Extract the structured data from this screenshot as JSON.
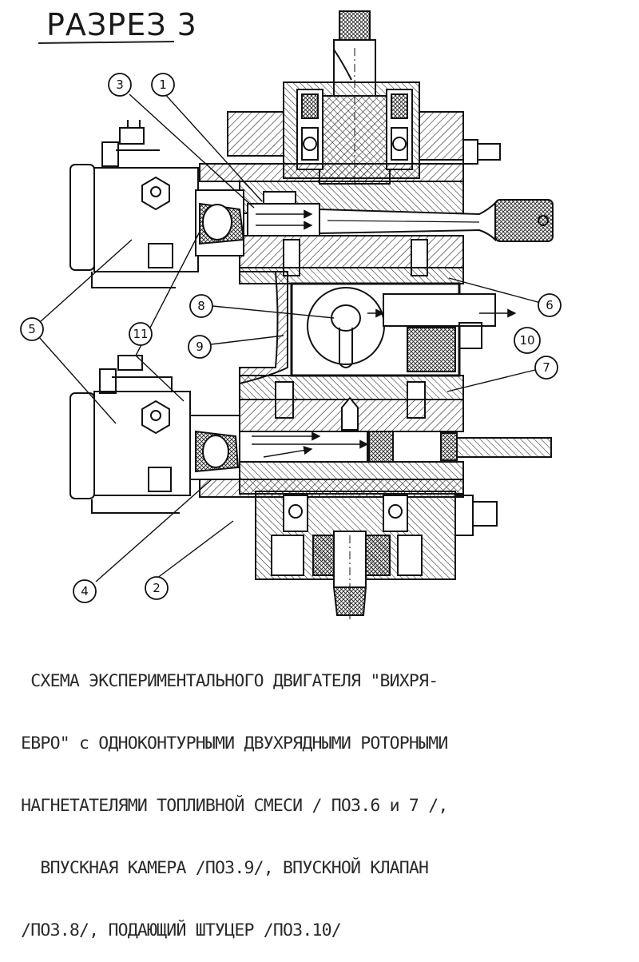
{
  "title": "РАЗРЕЗ 3",
  "callouts": [
    "1",
    "2",
    "3",
    "4",
    "5",
    "5",
    "6",
    "7",
    "8",
    "9",
    "10",
    "11"
  ],
  "caption": {
    "line1": "  СХЕМА ЭКСПЕРИМЕНТАЛЬНОГО ДВИГАТЕЛЯ \"ВИХРЯ-",
    "line2": " ЕВРО\" с ОДНОКОНТУРНЫМИ ДВУХРЯДНЫМИ РОТОРНЫМИ",
    "line3": " НАГНЕТАТЕЛЯМИ ТОПЛИВНОЙ СМЕСИ / ПОЗ.6 и 7 /,",
    "line4": "   ВПУСКНАЯ КАМЕРА /ПОЗ.9/, ВПУСКНОЙ КЛАПАН",
    "line5": " /ПОЗ.8/, ПОДАЮЩИЙ ШТУЦЕР /ПОЗ.10/"
  }
}
